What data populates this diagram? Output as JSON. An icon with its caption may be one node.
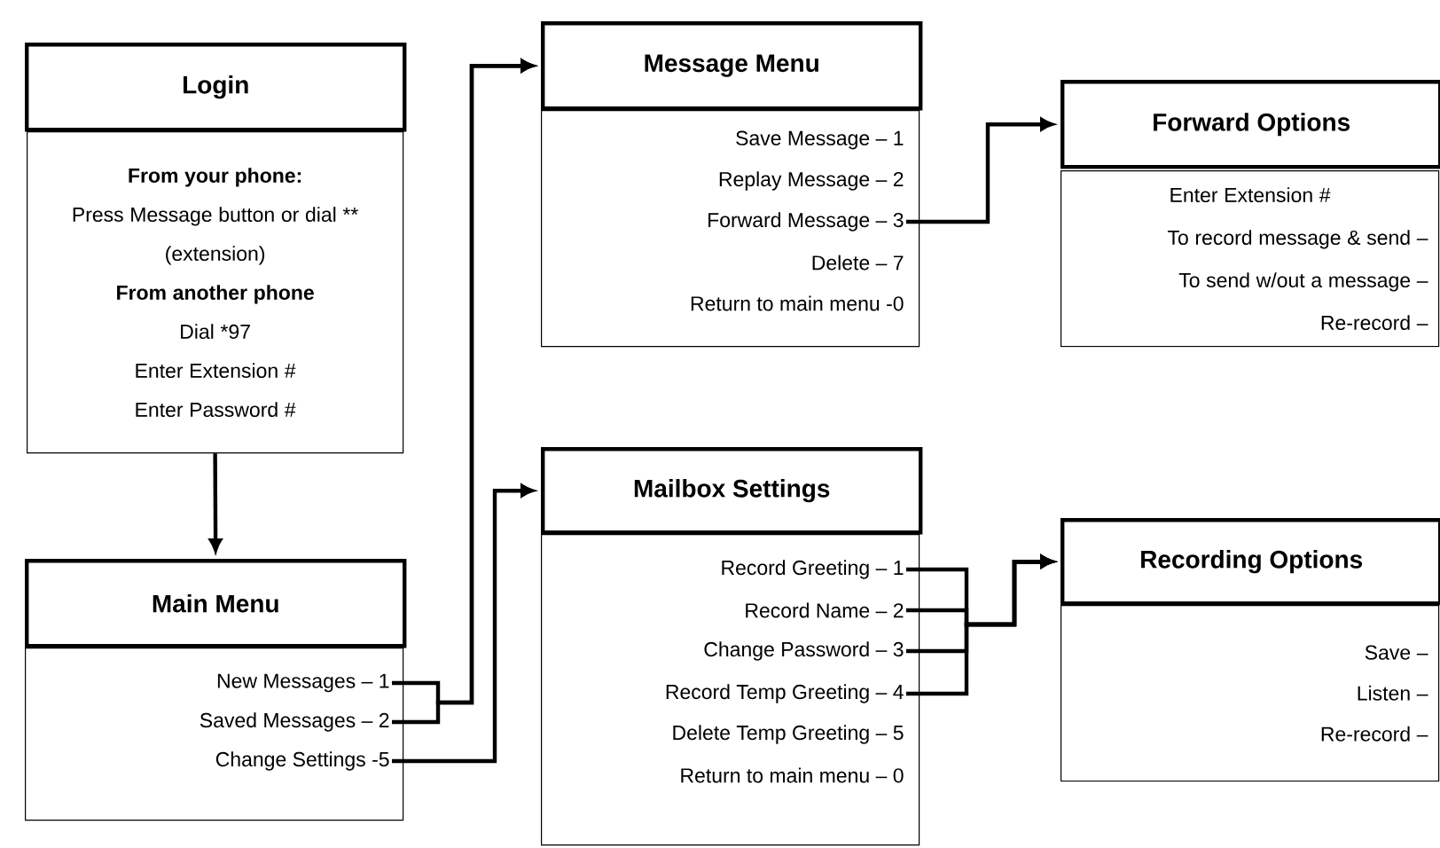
{
  "diagram": {
    "nodes": [
      {
        "text": [
          "Login"
        ]
      },
      {
        "text": [
          "From your phone:",
          "Press Message button or dial ** (extension)",
          "From another phone",
          "Dial *97",
          "Enter Extension #",
          "Enter Password #"
        ]
      },
      {
        "text": [
          "Main Menu"
        ]
      },
      {
        "text": [],
        "shape": "box"
      },
      {
        "text": [
          "New Messages – 1"
        ],
        "in": 3
      },
      {
        "text": [
          "Saved Messages – 2"
        ],
        "in": 3
      },
      {
        "text": [
          "Change Settings -5"
        ],
        "in": 3
      },
      {
        "text": [
          "Message Menu"
        ]
      },
      {
        "text": [],
        "shape": "box"
      },
      {
        "text": [
          "Save Message – 1"
        ],
        "in": 8
      },
      {
        "text": [
          "Replay Message – 2"
        ],
        "in": 8
      },
      {
        "text": [
          "Forward Message – 3"
        ],
        "in": 8
      },
      {
        "text": [
          "Delete – 7"
        ],
        "in": 8
      },
      {
        "text": [
          "Return to main menu -0"
        ],
        "in": 8
      },
      {
        "text": [
          "Mailbox Settings"
        ]
      },
      {
        "text": [],
        "shape": "box"
      },
      {
        "text": [
          "Record Greeting – 1"
        ],
        "in": 15
      },
      {
        "text": [
          "Record Name – 2"
        ],
        "in": 15
      },
      {
        "text": [
          "Change Password – 3"
        ],
        "in": 15
      },
      {
        "text": [
          "Record Temp Greeting – 4"
        ],
        "in": 15
      },
      {
        "text": [
          "Delete Temp Greeting – 5"
        ],
        "in": 15
      },
      {
        "text": [
          "Return to main menu – 0"
        ],
        "in": 15
      },
      {
        "text": [
          "Forward Options"
        ]
      },
      {
        "text": [
          "Enter Extension #",
          "To record message & send –",
          "To send w/out a message –",
          "Re-record –"
        ]
      },
      {
        "text": [
          "Recording Options"
        ]
      },
      {
        "text": [
          "Save –",
          "Listen –",
          "Re-record –"
        ]
      }
    ],
    "edges": [
      {
        "from": 1,
        "to": 2,
        "arrow": "to"
      },
      {
        "from": 4,
        "to": 7,
        "arrow": "to"
      },
      {
        "from": 5,
        "to": 7,
        "arrow": "to"
      },
      {
        "from": 6,
        "to": 14,
        "arrow": "to"
      },
      {
        "from": 11,
        "to": 22,
        "arrow": "to"
      },
      {
        "from": 16,
        "to": 24,
        "arrow": "to"
      },
      {
        "from": 17,
        "to": 24,
        "arrow": "to"
      },
      {
        "from": 18,
        "to": 24,
        "arrow": "to"
      },
      {
        "from": 19,
        "to": 24,
        "arrow": "to"
      }
    ]
  }
}
